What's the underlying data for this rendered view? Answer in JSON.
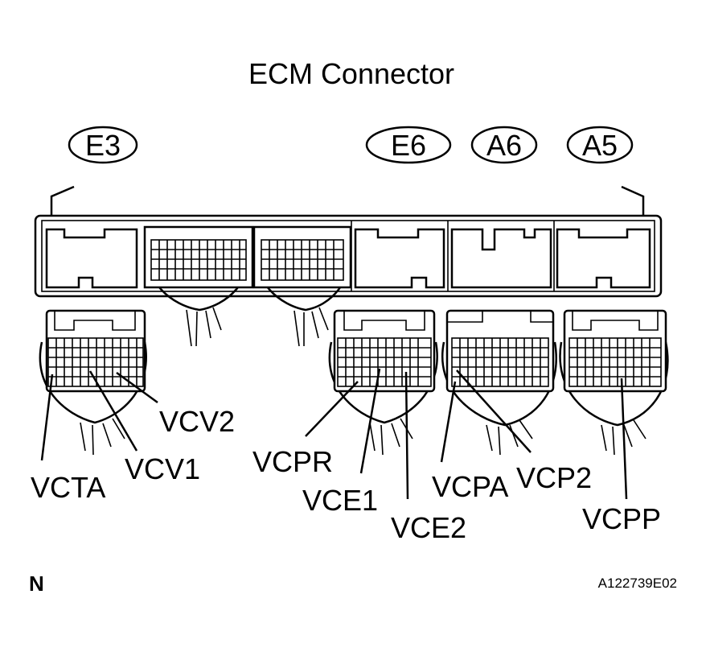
{
  "title": "ECM Connector",
  "connectors": [
    "E3",
    "E6",
    "A6",
    "A5"
  ],
  "terminals": [
    "VCV2",
    "VCTA",
    "VCV1",
    "VCPR",
    "VCE1",
    "VCE2",
    "VCPA",
    "VCP2",
    "VCPP"
  ],
  "footer": {
    "left_mark": "N",
    "figure_id": "A122739E02"
  }
}
